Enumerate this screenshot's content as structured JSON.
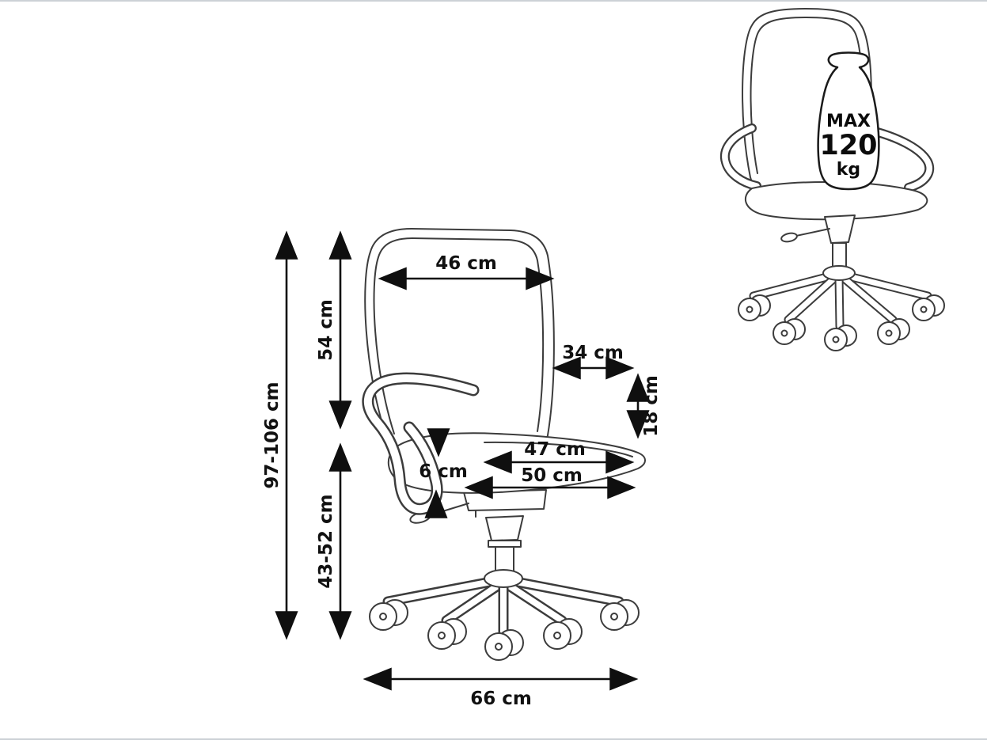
{
  "diagram": {
    "subject": "office-chair-dimension-diagram",
    "colors": {
      "background": "#ffffff",
      "line": "#3c3c3c",
      "text": "#111111"
    },
    "dimensions": {
      "total_height": "97-106 cm",
      "backrest_height": "54 cm",
      "seat_height": "43-52 cm",
      "backrest_width": "46 cm",
      "armrest_depth": "34 cm",
      "armrest_height": "18 cm",
      "seat_depth": "47 cm",
      "seat_width": "50 cm",
      "seat_thickness": "6 cm",
      "base_width": "66 cm"
    },
    "max_load": {
      "prefix": "MAX",
      "value": "120",
      "unit": "kg"
    }
  }
}
